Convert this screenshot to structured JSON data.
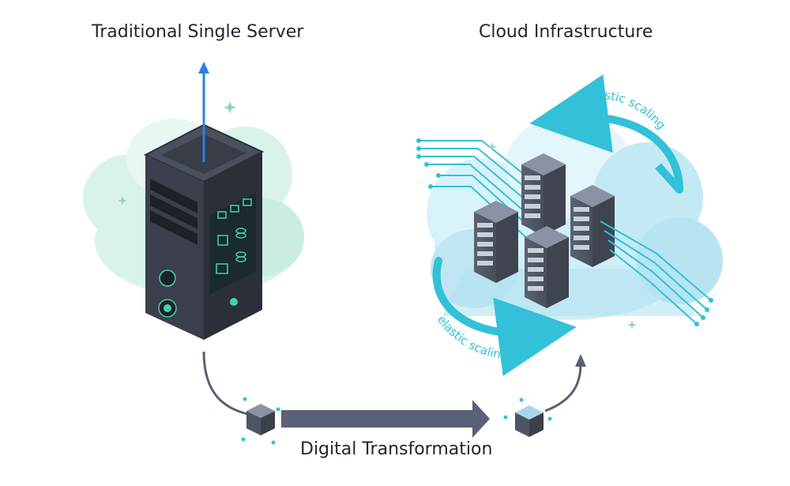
{
  "left_panel": {
    "title": "Traditional Single Server"
  },
  "right_panel": {
    "title": "Cloud Infrastructure",
    "label_top": "elastic scaling",
    "label_bottom": "elastic scaling"
  },
  "transition": {
    "caption": "Digital Transformation"
  },
  "colors": {
    "text": "#1f2430",
    "server_body": "#3a3f4b",
    "server_dark": "#2b2f38",
    "screen_accent": "#3fd6a6",
    "up_arrow": "#2f7fe0",
    "cloud_left": "#d9f3ea",
    "cloud_right": "#cfeef7",
    "cyan": "#32c1d8",
    "flow_arrow": "#5a6075"
  },
  "icons": [
    "server-tower-icon",
    "cloud-icon",
    "rack-server-icon",
    "arrow-up-icon",
    "arrow-right-icon",
    "circular-arrow-icon",
    "sparkle-icon",
    "mini-server-icon"
  ]
}
